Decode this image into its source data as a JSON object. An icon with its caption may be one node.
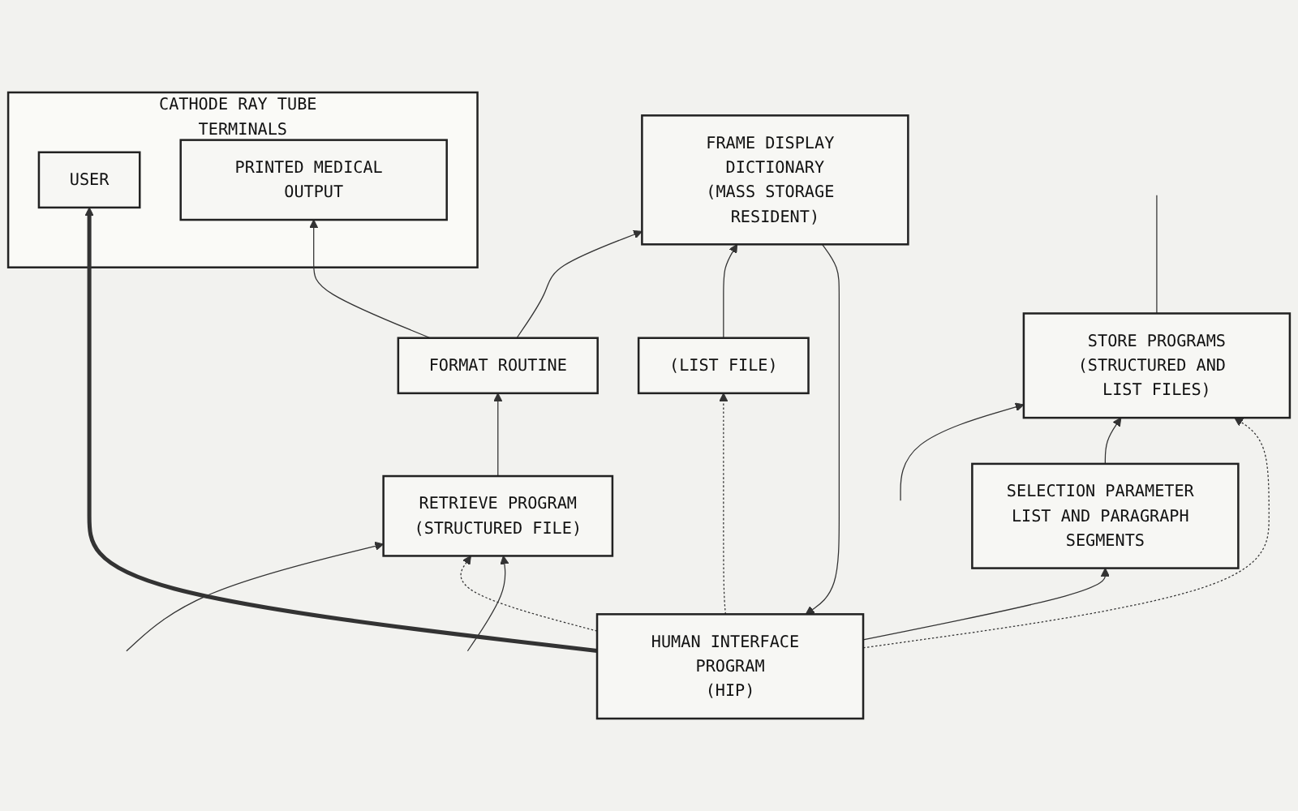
{
  "diagram": {
    "nodes": [
      {
        "text": [
          "STORE PROGRAMS",
          "(STRUCTURED AND LIST FILES)"
        ]
      },
      {
        "text": [
          "(LIST FILE)"
        ]
      },
      {
        "text": [
          "RETRIEVE PROGRAM",
          "(STRUCTURED FILE)"
        ]
      },
      {
        "text": [
          "FORMAT ROUTINE"
        ]
      },
      {
        "text": [
          "CATHODE RAY TUBE TERMINALS"
        ]
      },
      {
        "text": [
          "USER"
        ],
        "in": 4
      },
      {
        "text": [
          "PRINTED MEDICAL OUTPUT"
        ],
        "in": 4
      },
      {
        "text": [
          "HUMAN INTERFACE PROGRAM",
          "(HIP)"
        ]
      },
      {
        "text": [
          "SELECTION PARAMETER LIST AND PARAGRAPH SEGMENTS"
        ]
      },
      {
        "text": [
          "FRAME DISPLAY DICTIONARY",
          "(MASS STORAGE RESIDENT)"
        ]
      }
    ],
    "edges": [
      {
        "from": 0,
        "to": null,
        "arrow": "none"
      },
      {
        "from": null,
        "to": 2,
        "arrow": "to"
      },
      {
        "from": null,
        "to": 0,
        "arrow": "to"
      },
      {
        "from": 8,
        "to": 0,
        "arrow": "to"
      },
      {
        "from": 7,
        "to": 0,
        "arrow": "to",
        "style": "dashed"
      },
      {
        "from": 7,
        "to": 2,
        "arrow": "to",
        "style": "dashed"
      },
      {
        "from": 7,
        "to": 1,
        "arrow": "to",
        "style": "dashed"
      },
      {
        "from": 2,
        "to": 3,
        "arrow": "to"
      },
      {
        "from": 3,
        "to": 6,
        "arrow": "to"
      },
      {
        "from": 3,
        "to": 9,
        "arrow": "to"
      },
      {
        "from": 7,
        "to": 5,
        "arrow": "to",
        "style": "thick"
      },
      {
        "from": 7,
        "to": 8,
        "arrow": "to"
      },
      {
        "from": 9,
        "to": 7,
        "arrow": "to"
      },
      {
        "from": null,
        "to": 2,
        "arrow": "to"
      },
      {
        "from": 1,
        "to": 9,
        "arrow": "to"
      }
    ]
  }
}
